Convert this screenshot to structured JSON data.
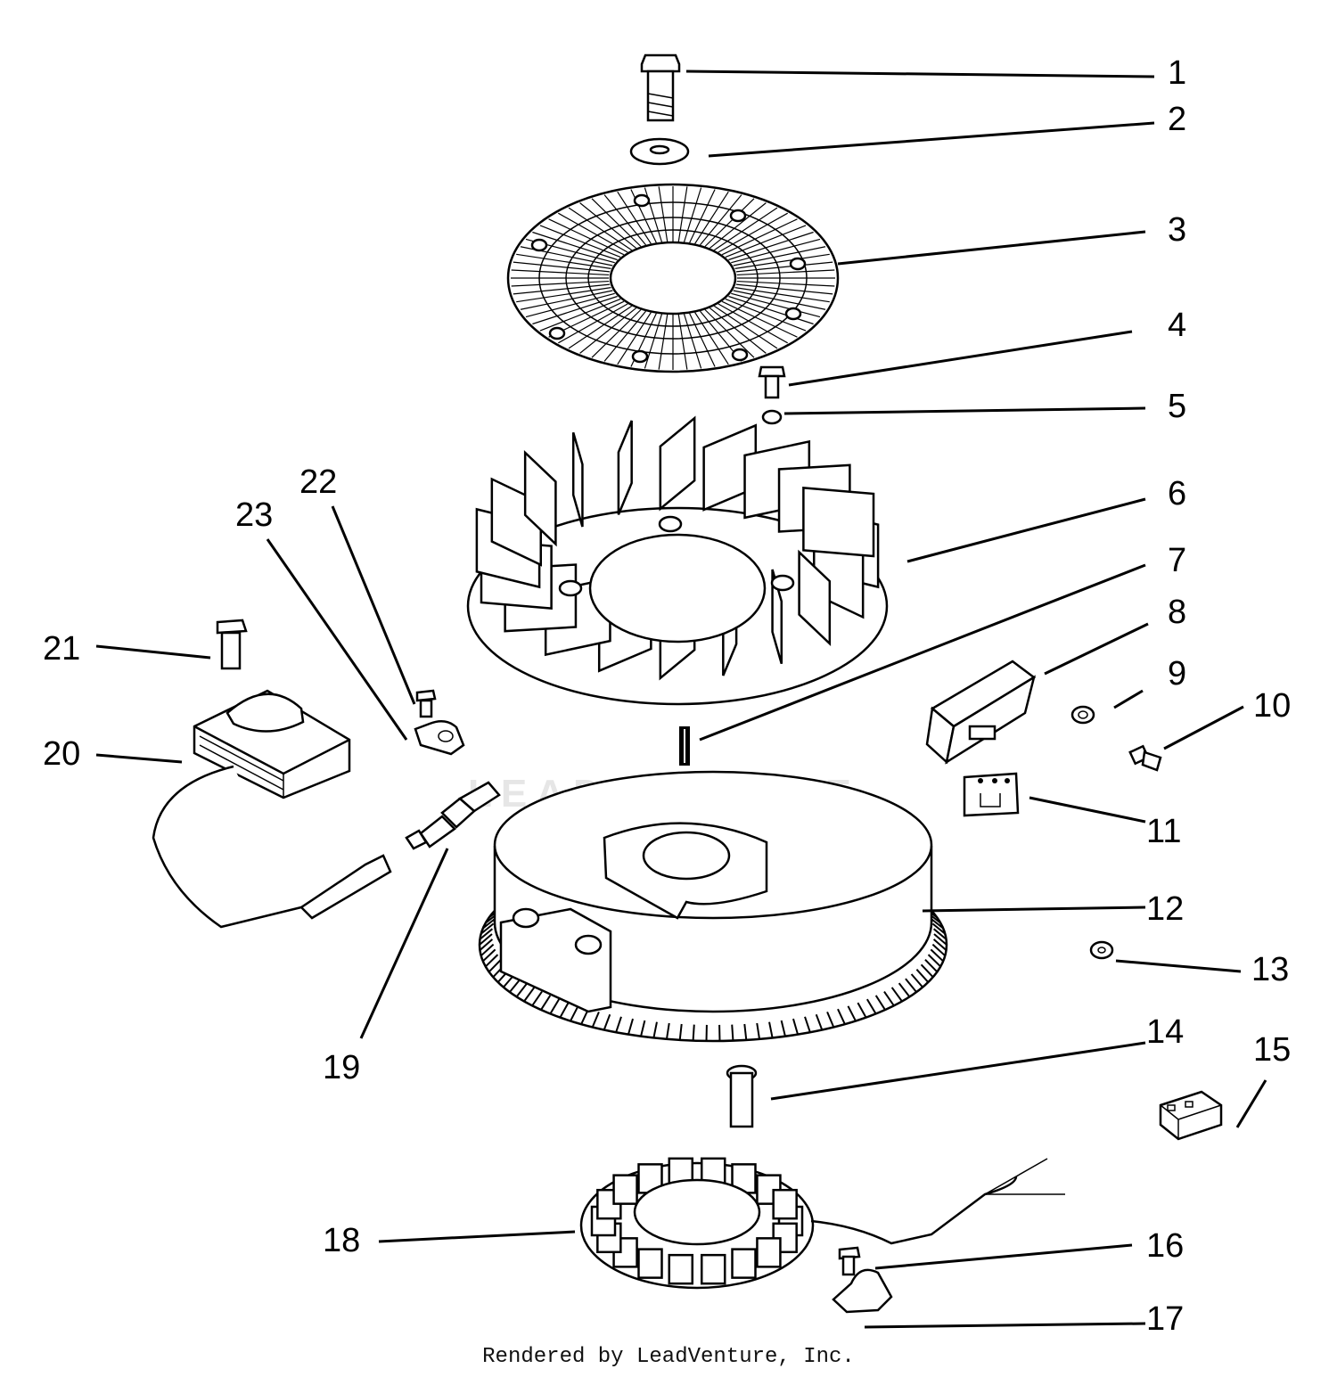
{
  "parts": [
    {
      "number": "1"
    },
    {
      "number": "2"
    },
    {
      "number": "3"
    },
    {
      "number": "4"
    },
    {
      "number": "5"
    },
    {
      "number": "6"
    },
    {
      "number": "7"
    },
    {
      "number": "8"
    },
    {
      "number": "9"
    },
    {
      "number": "10"
    },
    {
      "number": "11"
    },
    {
      "number": "12"
    },
    {
      "number": "13"
    },
    {
      "number": "14"
    },
    {
      "number": "15"
    },
    {
      "number": "16"
    },
    {
      "number": "17"
    },
    {
      "number": "18"
    },
    {
      "number": "19"
    },
    {
      "number": "20"
    },
    {
      "number": "21"
    },
    {
      "number": "22"
    },
    {
      "number": "23"
    }
  ],
  "watermark": "LEADVENTURE",
  "footer": "Rendered by LeadVenture, Inc."
}
